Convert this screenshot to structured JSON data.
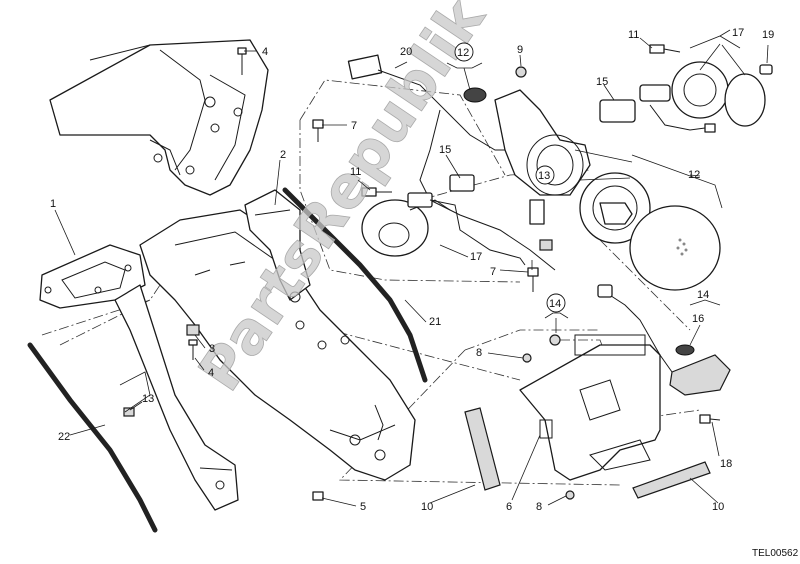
{
  "callouts": {
    "c1": "1",
    "c2": "2",
    "c3": "3",
    "c4a": "4",
    "c4b": "4",
    "c5": "5",
    "c6": "6",
    "c7a": "7",
    "c7b": "7",
    "c8a": "8",
    "c8b": "8",
    "c9": "9",
    "c10a": "10",
    "c10b": "10",
    "c11a": "11",
    "c11b": "11",
    "c12": "12",
    "c13": "13",
    "c14": "14",
    "c15a": "15",
    "c15b": "15",
    "c16": "16",
    "c17a": "17",
    "c17b": "17",
    "c18": "18",
    "c19": "19",
    "c20": "20",
    "c21": "21",
    "c22": "22"
  },
  "circled": {
    "k12": "12",
    "k14": "14",
    "k13": "13"
  },
  "watermark": "PartsRepublik",
  "drawing_code": "TEL00562"
}
